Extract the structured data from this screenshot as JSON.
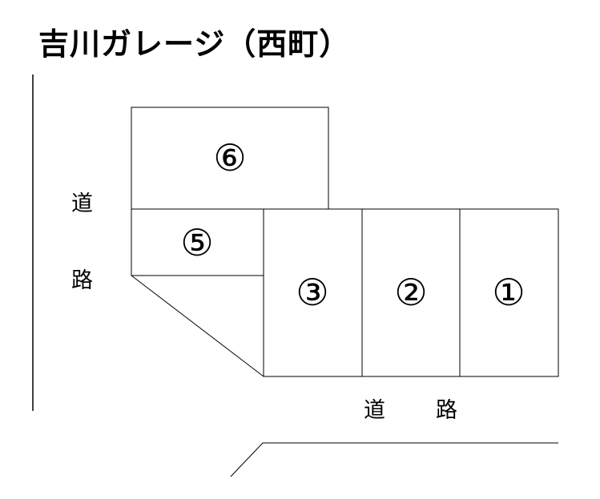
{
  "title": "吉川ガレージ（西町）",
  "road_left": {
    "char1": "道",
    "char2": "路"
  },
  "road_bottom": {
    "char1": "道",
    "char2": "路"
  },
  "spaces": {
    "s1": "①",
    "s2": "②",
    "s3": "③",
    "s5": "⑤",
    "s6": "⑥"
  }
}
